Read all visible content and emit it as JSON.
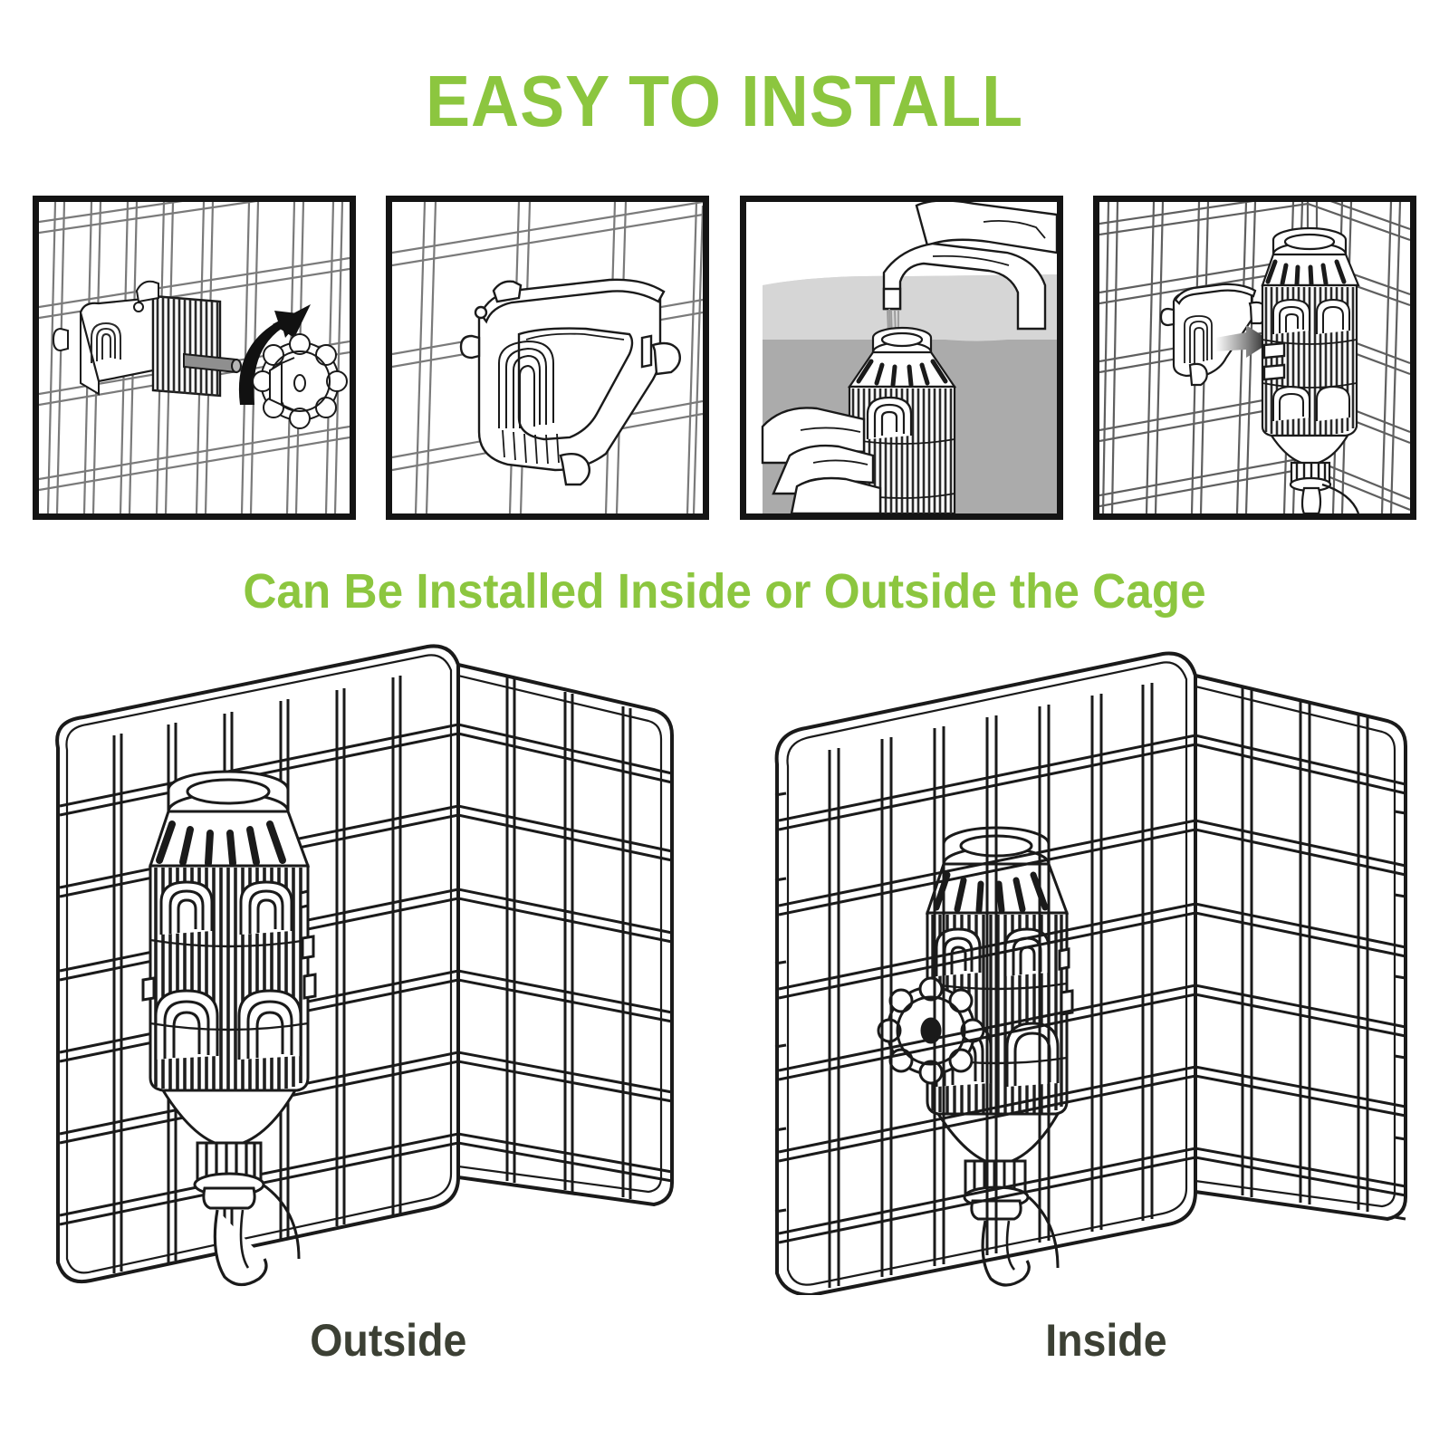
{
  "header": {
    "title": "EASY TO INSTALL",
    "title_color": "#8CC63F"
  },
  "section": {
    "subtitle": "Can Be Installed Inside or Outside the Cage",
    "subtitle_color": "#8CC63F"
  },
  "steps": {
    "count": 4,
    "panels": [
      {
        "index": "1",
        "name": "attach-bracket-with-thumbscrew",
        "depicts": "cage-wire-bracket-screw-and-thumbwheel-nut",
        "icons": [
          "cage-wire-grid-icon",
          "bracket-icon",
          "screw-icon",
          "thumbwheel-nut-icon",
          "curved-rotation-arrow-icon"
        ]
      },
      {
        "index": "2",
        "name": "bracket-mounted-on-cage",
        "depicts": "bottle-holder-cradle-clamped-to-cage-wires",
        "icons": [
          "cage-wire-grid-icon",
          "bracket-cradle-icon"
        ]
      },
      {
        "index": "3",
        "name": "fill-bottle-under-faucet",
        "depicts": "hand-holding-bottle-under-running-faucet",
        "icons": [
          "faucet-icon",
          "water-stream-icon",
          "hand-icon",
          "water-bottle-icon"
        ]
      },
      {
        "index": "4",
        "name": "slide-bottle-into-bracket",
        "depicts": "bottle-inserted-into-mounted-bracket-on-cage",
        "icons": [
          "cage-wire-grid-icon",
          "bracket-icon",
          "water-bottle-icon",
          "insert-arrow-icon"
        ]
      }
    ]
  },
  "mounting": {
    "options": [
      {
        "label": "Outside",
        "name": "outside-mount-illustration",
        "depicts": "cage-panel-with-water-bottle-mounted-on-outer-face"
      },
      {
        "label": "Inside",
        "name": "inside-mount-illustration",
        "depicts": "cage-panel-with-water-bottle-mounted-behind-bars-with-thumbwheel"
      }
    ],
    "label_color": "#3C4034"
  },
  "colors": {
    "background": "#FFFFFF",
    "line_art": "#1A1A1A",
    "panel_border": "#141414",
    "shade_light": "#D6D6D6",
    "shade_dark": "#ABABAB",
    "accent_green": "#8CC63F"
  }
}
